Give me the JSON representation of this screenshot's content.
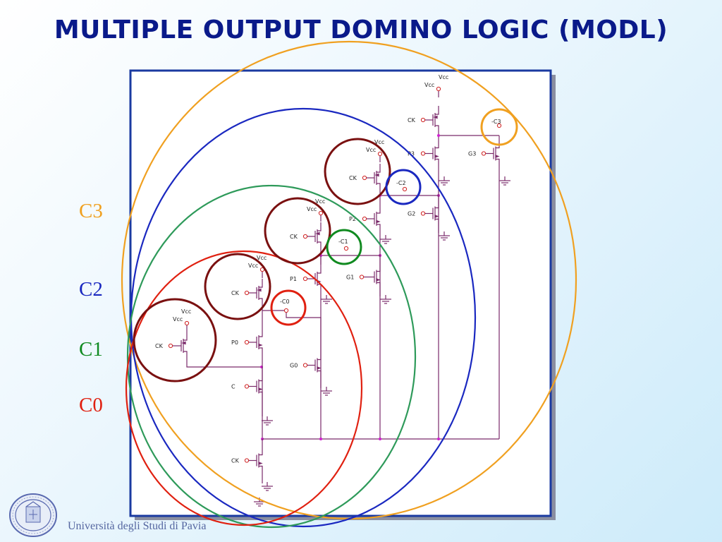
{
  "title": "MULTIPLE OUTPUT DOMINO LOGIC (MODL)",
  "carry_labels": [
    {
      "id": "c3",
      "text": "C3",
      "color": "#f0a020"
    },
    {
      "id": "c2",
      "text": "C2",
      "color": "#1a28c0"
    },
    {
      "id": "c1",
      "text": "C1",
      "color": "#108a20"
    },
    {
      "id": "c0",
      "text": "C0",
      "color": "#e02010"
    }
  ],
  "schematic_labels": {
    "vcc": "Vcc",
    "ck": "CK",
    "c": "C",
    "p0": "P0",
    "g0": "G0",
    "p1": "P1",
    "g1": "G1",
    "p2": "P2",
    "g2": "G2",
    "p3": "P3",
    "g3": "G3",
    "nc0": "-C0",
    "nc1": "-C1",
    "nc2": "-C2",
    "nc3": "-C3"
  },
  "colors": {
    "title": "#0a1a8a",
    "wire": "#7a2a6a",
    "orange": "#f0a020",
    "blue": "#1a28c0",
    "green": "#2e9a5a",
    "red": "#e02010",
    "darkred": "#7a1010",
    "frame": "#1a3aa0"
  },
  "footer": "Università degli Studi di Pavia"
}
